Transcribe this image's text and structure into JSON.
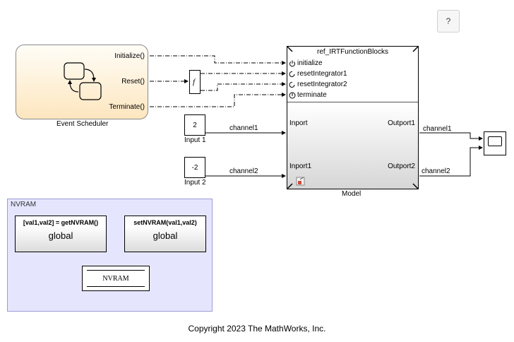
{
  "help": {
    "label": "?"
  },
  "scheduler": {
    "name": "Event Scheduler",
    "ports": [
      "Initialize()",
      "Reset()",
      "Terminate()"
    ]
  },
  "fcall": {
    "symbol": "f"
  },
  "constants": [
    {
      "value": "2",
      "name": "Input 1",
      "signal": "channel1"
    },
    {
      "value": "-2",
      "name": "Input 2",
      "signal": "channel2"
    }
  ],
  "model": {
    "title": "ref_IRTFunctionBlocks",
    "name": "Model",
    "function_ports": [
      "initialize",
      "resetIntegrator1",
      "resetIntegrator2",
      "terminate"
    ],
    "inports": [
      "Inport",
      "Inport1"
    ],
    "outports": [
      "Outport1",
      "Outport2"
    ]
  },
  "output_signals": [
    "channel1",
    "channel2"
  ],
  "nvram": {
    "area_label": "NVRAM",
    "get_block": {
      "signature": "[val1,val2] = getNVRAM()",
      "scope": "global"
    },
    "set_block": {
      "signature": "setNVRAM(val1,val2)",
      "scope": "global"
    },
    "store_label": "NVRAM"
  },
  "footer": {
    "copyright": "Copyright 2023 The MathWorks, Inc."
  }
}
